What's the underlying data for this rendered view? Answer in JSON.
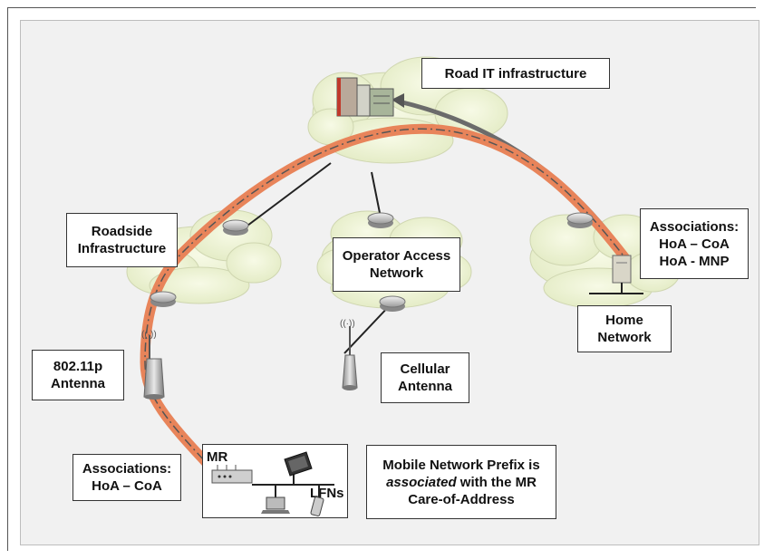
{
  "labels": {
    "road_it": "Road IT infrastructure",
    "roadside": [
      "Roadside",
      "Infrastructure"
    ],
    "operator": [
      "Operator Access",
      "Network"
    ],
    "home_assoc": [
      "Associations:",
      "HoA – CoA",
      "HoA - MNP"
    ],
    "home_network": [
      "Home",
      "Network"
    ],
    "antenna_80211p": [
      "802.11p",
      "Antenna"
    ],
    "cellular": [
      "Cellular",
      "Antenna"
    ],
    "mr_assoc": [
      "Associations:",
      "HoA – CoA"
    ],
    "mnp_note": {
      "line1": "Mobile Network Prefix is",
      "line2_italic": "associated",
      "line2_rest": " with the MR",
      "line3": "Care-of-Address"
    },
    "mr": "MR",
    "lfns": "LFNs"
  },
  "colors": {
    "tunnel": "#e8845a",
    "tunnel_dash": "#555555",
    "cloud": "#eef3d2",
    "router": "#c9c9c9"
  }
}
